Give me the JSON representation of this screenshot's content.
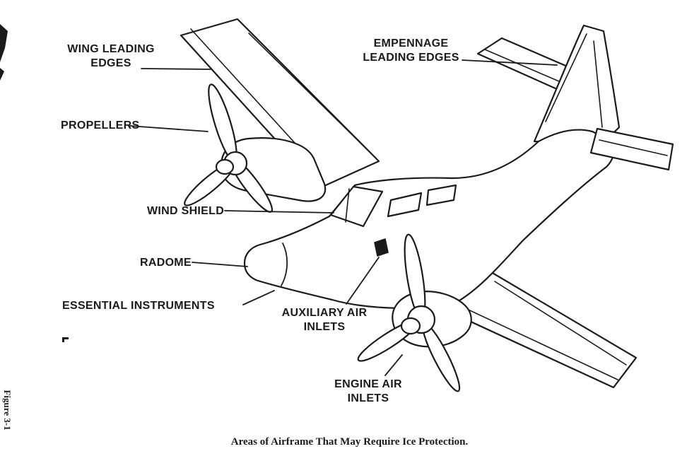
{
  "figure": {
    "side_label": "Figure 3-1",
    "caption": "Areas of Airframe That May Require Ice Protection."
  },
  "labels": {
    "wing_leading_edges": "WING LEADING EDGES",
    "empennage_leading_edges": "EMPENNAGE LEADING EDGES",
    "propellers": "PROPELLERS",
    "wind_shield": "WIND SHIELD",
    "radome": "RADOME",
    "essential_instruments": "ESSENTIAL INSTRUMENTS",
    "auxiliary_air_inlets": "AUXILIARY AIR INLETS",
    "engine_air_inlets": "ENGINE AIR INLETS"
  },
  "diagram": {
    "subject": "Twin-engine aircraft line drawing showing airframe areas that may require ice protection",
    "ink_color": "#1b1b1b",
    "background_color": "#ffffff"
  }
}
